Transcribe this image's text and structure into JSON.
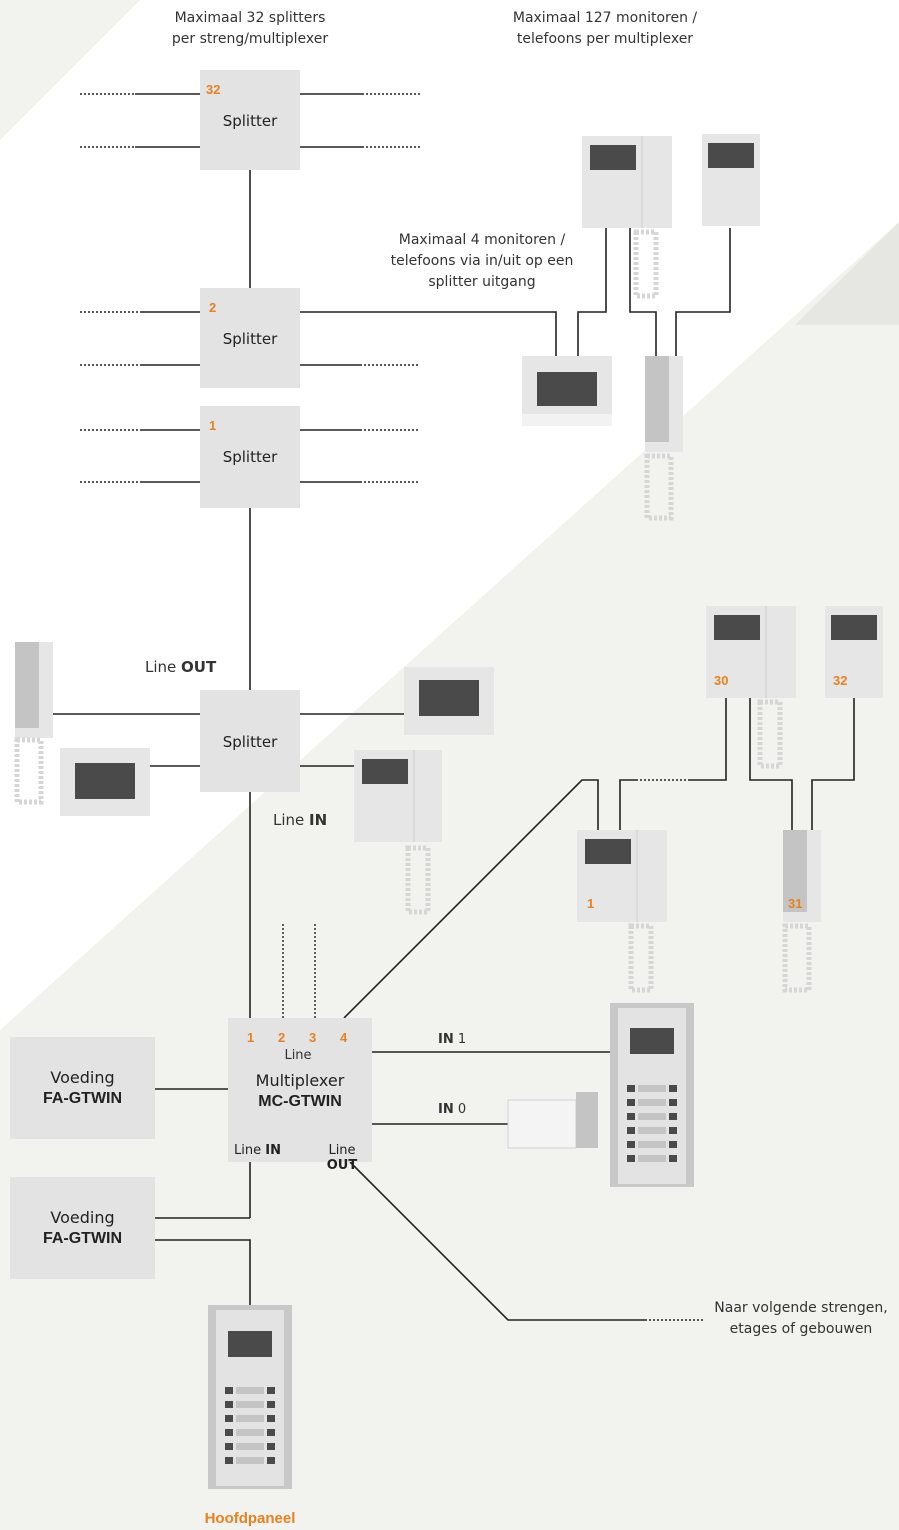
{
  "labels": {
    "max_splitters": "Maximaal 32 splitters\nper streng/multiplexer",
    "max_monitors": "Maximaal 127 monitoren /\ntelefoons per multiplexer",
    "max_4_monitors": "Maximaal 4 monitoren /\ntelefoons via in/uit op een\nsplitter uitgang",
    "line_out_prefix": "Line ",
    "line_out_bold": "OUT",
    "line_in_prefix": "Line ",
    "line_in_bold": "IN",
    "naar_volgende": "Naar volgende strengen,\netages of gebouwen",
    "hoofdpaneel": "Hoofdpaneel"
  },
  "splitters": [
    {
      "num": "32",
      "label": "Splitter"
    },
    {
      "num": "2",
      "label": "Splitter"
    },
    {
      "num": "1",
      "label": "Splitter"
    },
    {
      "num": "",
      "label": "Splitter"
    }
  ],
  "multiplexer": {
    "ports": [
      "1",
      "2",
      "3",
      "4"
    ],
    "line": "Line",
    "name": "Multiplexer",
    "model": "MC-GTWIN",
    "line_in_prefix": "Line ",
    "line_in_bold": "IN",
    "line_out_prefix": "Line ",
    "line_out_bold": "OUT",
    "in1_bold": "IN",
    "in1_num": " 1",
    "in0_bold": "IN",
    "in0_num": " 0"
  },
  "power_supplies": [
    {
      "label": "Voeding",
      "model": "FA-GTWIN"
    },
    {
      "label": "Voeding",
      "model": "FA-GTWIN"
    }
  ],
  "device_numbers": {
    "d30": "30",
    "d32": "32",
    "d1": "1",
    "d31": "31"
  },
  "colors": {
    "accent": "#e8811f",
    "box": "#e3e3e3",
    "line": "#222222",
    "background_band": "#f2f2ee"
  }
}
